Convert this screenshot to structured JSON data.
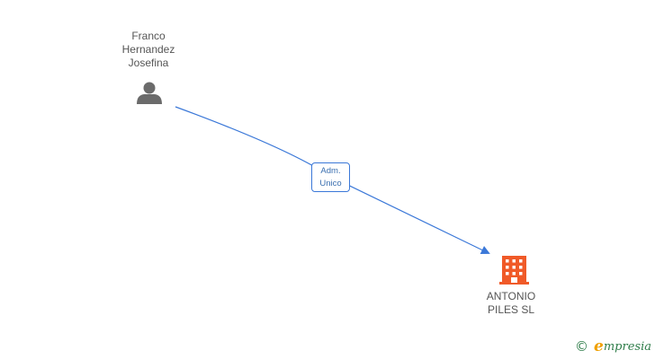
{
  "nodes": {
    "person": {
      "name_lines": [
        "Franco",
        "Hernandez",
        "Josefina"
      ],
      "icon": "person-icon"
    },
    "company": {
      "name_lines": [
        "ANTONIO",
        "PILES SL"
      ],
      "icon": "building-icon"
    }
  },
  "edge": {
    "label_lines": [
      "Adm.",
      "Unico"
    ]
  },
  "watermark": {
    "symbol": "©",
    "brand_initial": "e",
    "brand_rest": "mpresia"
  },
  "colors": {
    "edge": "#3b78d8",
    "person_icon": "#6b6b6b",
    "company_icon": "#f05a28",
    "label_text": "#555555"
  }
}
